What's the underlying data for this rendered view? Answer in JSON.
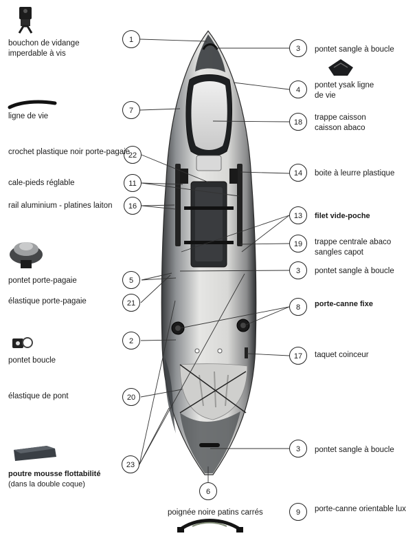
{
  "left_labels": {
    "bouchon": [
      "bouchon de vidange",
      "imperdable à vis"
    ],
    "ligne_de_vie": "ligne de vie",
    "crochet": "crochet plastique noir porte-pagaie",
    "cale_pieds": "cale-pieds réglable",
    "rail": "rail aluminium - platines laiton",
    "pontet_porte_pagaie": "pontet porte-pagaie",
    "elastique_porte_pagaie": "élastique porte-pagaie",
    "pontet_boucle": "pontet boucle",
    "elastique_pont": "élastique de pont",
    "poutre": [
      "poutre mousse flottabilité",
      "(dans la double coque)"
    ]
  },
  "right_labels": {
    "pontet_sangle_1": "pontet sangle à boucle",
    "pontet_ysak": [
      "pontet ysak ligne",
      "de vie"
    ],
    "trappe_caisson": [
      "trappe caisson",
      "caisson abaco"
    ],
    "boite_leurre": "boite à leurre plastique",
    "filet": "filet vide-poche",
    "trappe_centrale": [
      "trappe centrale abaco",
      "sangles capot"
    ],
    "pontet_sangle_2": "pontet sangle à boucle",
    "porte_canne_fixe": "porte-canne fixe",
    "taquet": "taquet coinceur",
    "pontet_sangle_3": "pontet sangle à boucle",
    "porte_canne_orientable": "porte-canne orientable luxe"
  },
  "bottom_label": "poignée noire patins carrés",
  "callouts": {
    "c1": "1",
    "c3a": "3",
    "c4": "4",
    "c7": "7",
    "c18": "18",
    "c22": "22",
    "c14": "14",
    "c11": "11",
    "c16": "16",
    "c13": "13",
    "c19": "19",
    "c5": "5",
    "c3b": "3",
    "c21": "21",
    "c8": "8",
    "c2": "2",
    "c17": "17",
    "c20": "20",
    "c23": "23",
    "c3c": "3",
    "c6": "6",
    "c9": "9"
  }
}
